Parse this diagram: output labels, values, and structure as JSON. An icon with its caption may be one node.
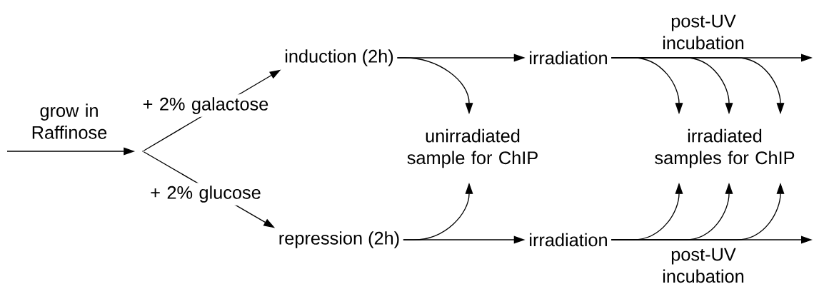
{
  "diagram": {
    "nodes": [
      {
        "text": [],
        "shape": "dot"
      },
      {
        "text": [
          "induction (2h)"
        ]
      },
      {
        "text": [
          "repression (2h)"
        ]
      },
      {
        "text": [
          "irradiation"
        ]
      },
      {
        "text": [
          "irradiation"
        ]
      },
      {
        "text": [
          "unirradiated sample for ChIP"
        ]
      },
      {
        "text": [
          "irradiated samples for ChIP"
        ]
      }
    ],
    "edges": [
      {
        "from": null,
        "to": 0,
        "arrow": "to",
        "label": "grow in Raffinose"
      },
      {
        "from": 0,
        "to": 1,
        "arrow": "to",
        "label": "+ 2% galactose"
      },
      {
        "from": 0,
        "to": 2,
        "arrow": "to",
        "label": "+ 2% glucose"
      },
      {
        "from": 1,
        "to": 3,
        "arrow": "to"
      },
      {
        "from": 1,
        "to": 5,
        "arrow": "to"
      },
      {
        "from": 3,
        "to": null,
        "arrow": "to",
        "label": "post-UV incubation"
      },
      {
        "from": 3,
        "to": 6,
        "arrow": "to"
      },
      {
        "from": 3,
        "to": 6,
        "arrow": "to"
      },
      {
        "from": 3,
        "to": 6,
        "arrow": "to"
      },
      {
        "from": 2,
        "to": 4,
        "arrow": "to"
      },
      {
        "from": 2,
        "to": 5,
        "arrow": "to"
      },
      {
        "from": 4,
        "to": null,
        "arrow": "to",
        "label": "post-UV incubation"
      },
      {
        "from": 4,
        "to": 6,
        "arrow": "to"
      },
      {
        "from": 4,
        "to": 6,
        "arrow": "to"
      },
      {
        "from": 4,
        "to": 6,
        "arrow": "to"
      }
    ]
  }
}
